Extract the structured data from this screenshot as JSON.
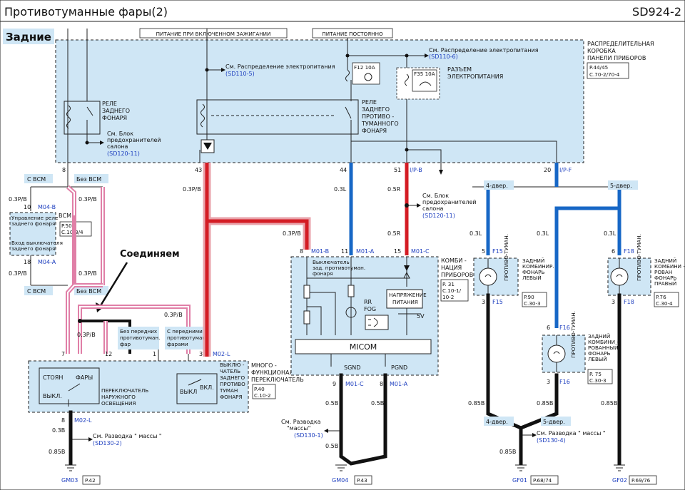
{
  "header": {
    "title": "Противотуманные фары(2)",
    "code": "SD924-2"
  },
  "section": "Задние",
  "top_labels": {
    "ignition": "ПИТАНИЕ  ПРИ ВКЛЮЧЕННОМ  ЗАЖИГАНИИ",
    "constant": "ПИТАНИЕ  ПОСТОЯННО"
  },
  "distribution_box": {
    "title_1": "РАСПРЕДЕЛИТЕЛЬНАЯ",
    "title_2": "КОРОБКА",
    "title_3": "ПАНЕЛИ  ПРИБОРОВ",
    "ref_1": "P.44/45",
    "ref_2": "С.70-2/70-4"
  },
  "refs": {
    "sd110_6_pre": "См. Распределение электропитания",
    "sd110_6": "(SD110-6)",
    "sd110_5_pre": "См. Распределение  электропитания",
    "sd110_5": "(SD110-5)",
    "sd120_11_a": [
      "См. Блок",
      "предохранителей",
      "салона"
    ],
    "sd120_11_a_code": "(SD120-11)",
    "sd120_11_b": [
      "См. Блок",
      "предохранителей",
      "салона"
    ],
    "sd120_11_b_code": "(SD120-11)",
    "sd130_2_pre": "См. Разводка \" массы \"",
    "sd130_2": "(SD130-2)",
    "sd130_1_pre": [
      "См. Разводка",
      "\"массы\""
    ],
    "sd130_1": "(SD130-1)",
    "sd130_4_pre": "См. Разводка \" массы \"",
    "sd130_4": "(SD130-4)"
  },
  "fuses": {
    "f12": "F12 10A",
    "f35": "F35 10A",
    "connector": [
      "РАЗЪЕМ",
      "ЭЛЕКТРОПИТАНИЯ"
    ]
  },
  "relays": {
    "rear_lamp": [
      "РЕЛЕ",
      "ЗАДНЕГО",
      "ФОНАРЯ"
    ],
    "rear_fog": [
      "РЕЛЕ",
      "ЗАДНЕГО",
      "ПРОТИВО -",
      "ТУМАННОГО",
      "ФОНАРЯ"
    ]
  },
  "pins": {
    "p8": "8",
    "p43": "43",
    "p44": "44",
    "p51": "51",
    "p20": "20",
    "ipb": "I/P-B",
    "ipf": "I/P-F"
  },
  "wires": {
    "w03rb_a": "0.3Р/В",
    "w03rb_b": "0.3Р/В",
    "w03rb_c": "0.3Р/В",
    "w03rb_d": "0.3Р/В",
    "w03rb_e": "0.3Р/В",
    "w03rb_f": "0.3Р/В",
    "w03rb_g": "0.3Р/В",
    "w03rb_h": "0.3Р/В",
    "w03l_a": "0.3L",
    "w03l_b": "0.3L",
    "w03l_c": "0.3L",
    "w03l_d": "0.3L",
    "w05r_a": "0.5R",
    "w05r_b": "0.5R",
    "w03b": "0.3B",
    "w085b_a": "0.85B",
    "w085b_b": "0.85B",
    "w085b_c": "0.85B",
    "w085b_d": "0.85B",
    "w05b_a": "0.5B",
    "w05b_b": "0.5B",
    "w05b_c": "0.5B"
  },
  "bcm": {
    "with": "С  ВСМ",
    "without": "Без  ВСМ",
    "with2": "С  ВСМ",
    "without2": "Без  ВСМ",
    "label": "ВСМ",
    "m04b": "M04-B",
    "m04a": "M04-A",
    "pin10": "10",
    "pin18": "18",
    "ctrl": [
      "Управление  реле",
      "заднего фонаря"
    ],
    "input": [
      "Вход выключателя",
      "заднего фонаря"
    ],
    "ref_1": "P.50",
    "ref_2": "С.10-3/4"
  },
  "annotation": "Соединяем",
  "fog_opts": {
    "without": [
      "Без передних",
      "противотуман.",
      "фар"
    ],
    "with": [
      "С передними",
      "противотуман.",
      "фарами"
    ],
    "pin7": "7",
    "pin12": "12",
    "pin1": "1",
    "pin3": "3",
    "m02l": "M02-L",
    "m02l_b": "M02-L",
    "pin8": "8"
  },
  "switch": {
    "stoyan": "СТОЯН",
    "fary": "ФАРЫ",
    "vykl": "ВЫКЛ.",
    "name": [
      "ПЕРЕКЛЮЧАТЕЛЬ",
      "НАРУЖНОГО",
      "ОСВЕЩЕНИЯ"
    ],
    "vykl2": "ВЫКЛ",
    "vkl": "ВКЛ.",
    "fog_name": [
      "ВЫКЛЮ -",
      "ЧАТЕЛЬ",
      "ЗАДНЕГО",
      "ПРОТИВО -",
      "ТУМАН",
      "ФОНАРЯ"
    ],
    "module": [
      "МНОГО -",
      "ФУНКЦИОНАЛ",
      "ПЕРЕКЛЮЧАТЕЛЬ"
    ],
    "ref_1": "P.40",
    "ref_2": "С.10-2"
  },
  "cluster": {
    "m01b": "M01-B",
    "m01a": "M01-A",
    "m01c": "M01-C",
    "p8": "8",
    "p11": "11",
    "p15": "15",
    "sw_label": [
      "Выключатель",
      "зад. противотуман.",
      "фонаря"
    ],
    "rrfog": [
      "RR",
      "FOG"
    ],
    "supply": [
      "НАПРЯЖЕНИЕ",
      "ПИТАНИЯ"
    ],
    "v5": "5V",
    "micom": "MICOM",
    "name": [
      "КОМБИ -",
      "НАЦИЯ",
      "ПРИБОРОВ"
    ],
    "ref_1": "P. 31",
    "ref_2": "C.10-1/",
    "ref_3": "10-2",
    "sgnd": "SGND",
    "pgnd": "PGND",
    "m01c_b": "M01-C",
    "m01a_b": "M01-A",
    "p9": "9",
    "p8b": "8"
  },
  "doors": {
    "d4": "4-двер.",
    "d5": "5-двер.",
    "d4b": "4-двер.",
    "d5b": "5-двер."
  },
  "lamps": {
    "left": {
      "name": [
        "ЗАДНИЙ",
        "КОМБИНИР.",
        "ФОНАРЬ",
        "ЛЕВЫЙ"
      ],
      "conn": "F15",
      "conn_b": "F15",
      "p5": "5",
      "p3": "3",
      "ref_1": "P.90",
      "ref_2": "С.30-3",
      "inner": "ПРОТИВО-ТУМАН."
    },
    "right": {
      "name": [
        "ЗАДНИЙ",
        "КОМБИНИ -",
        "РОВАН",
        "ФОНАРЬ",
        "ПРАВЫЙ"
      ],
      "conn": "F18",
      "conn_b": "F18",
      "p6": "6",
      "p3": "3",
      "ref_1": "P.76",
      "ref_2": "С.30-4",
      "inner": "ПРОТИВО-ТУМАН."
    },
    "mid": {
      "name": [
        "ЗАДНИЙ",
        "КОМБИНИ -",
        "РОВАННЫЙ",
        "ФОНАРЬ",
        "ЛЕВЫЙ"
      ],
      "conn": "F16",
      "conn_b": "F16",
      "p6": "6",
      "p3": "3",
      "ref_1": "P. 75",
      "ref_2": "С.30-3",
      "inner": "ПРОТИВО-ТУМАН."
    }
  },
  "grounds": {
    "gm03": "GM03",
    "gm03_ref": "P.42",
    "gm04": "GM04",
    "gm04_ref": "P.43",
    "gf01": "GF01",
    "gf01_ref": "P.68/74",
    "gf02": "GF02",
    "gf02_ref": "P.69/76"
  }
}
